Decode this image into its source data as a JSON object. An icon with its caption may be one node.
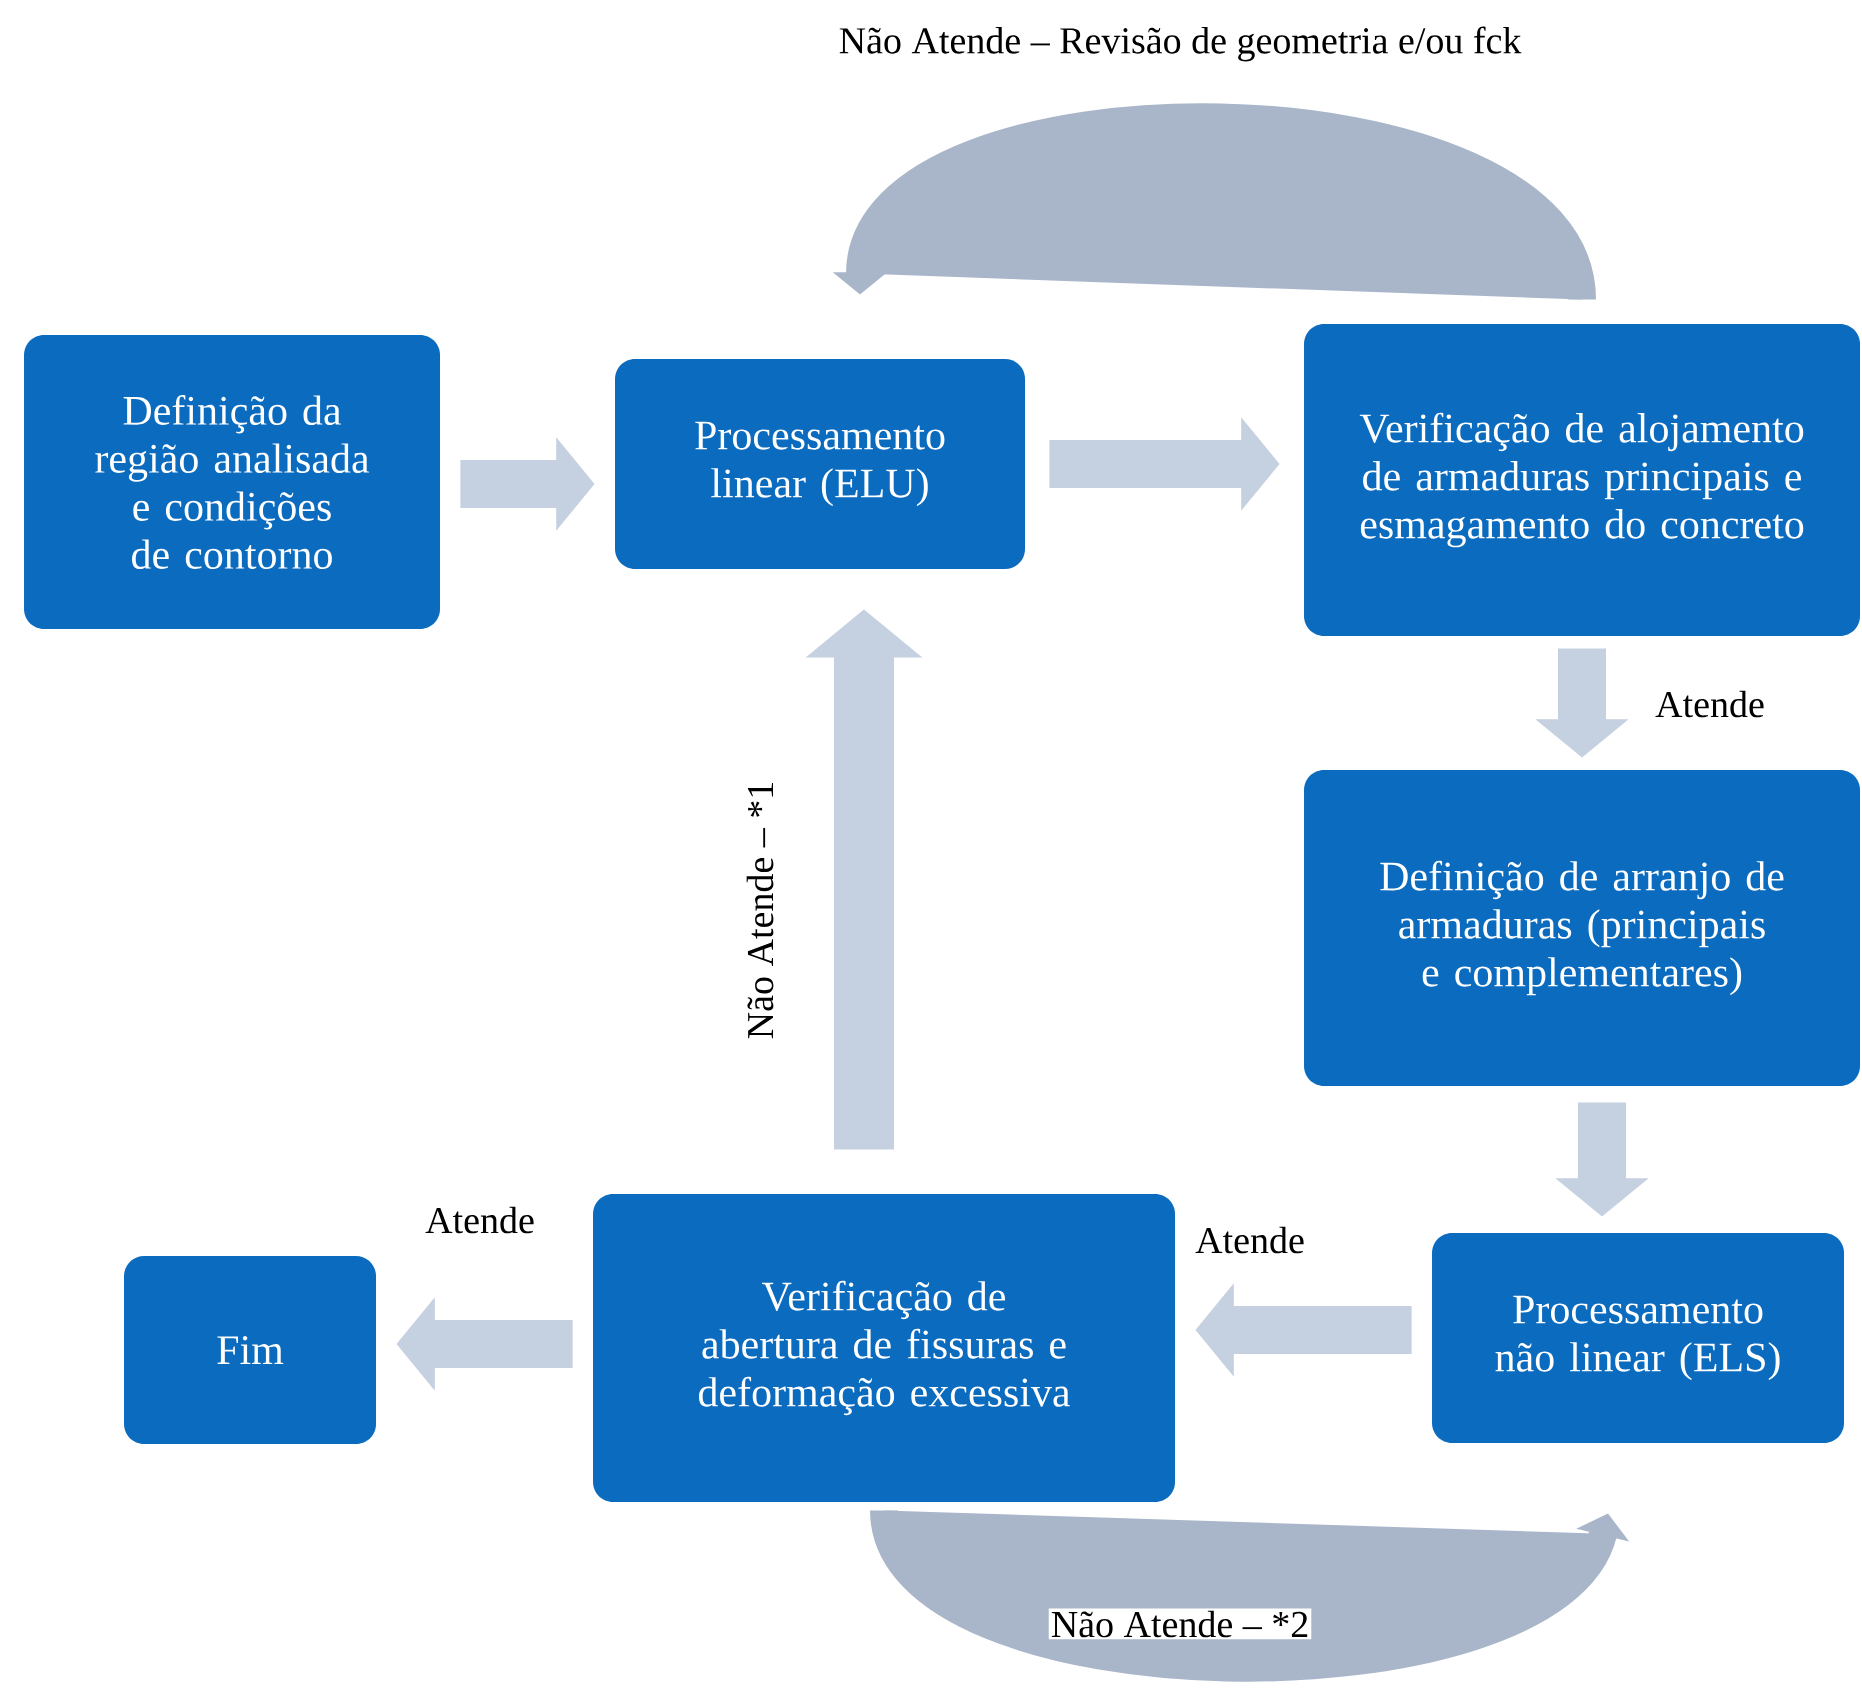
{
  "diagram": {
    "nodes": [
      {
        "text": [
          "Definição da região analisada e condições de contorno"
        ]
      },
      {
        "text": [
          "Processamento linear (ELU)"
        ]
      },
      {
        "text": [
          "Verificação de alojamento de armaduras principais e esmagamento do concreto"
        ]
      },
      {
        "text": [
          "Definição de arranjo de armaduras (principais e complementares)"
        ]
      },
      {
        "text": [
          "Processamento não linear (ELS)"
        ]
      },
      {
        "text": [
          "Verificação de abertura de fissuras e deformação excessiva"
        ]
      },
      {
        "text": [
          "Fim"
        ]
      }
    ],
    "edges": [
      {
        "from": 0,
        "to": 1,
        "arrow": "to"
      },
      {
        "from": 1,
        "to": 2,
        "arrow": "to"
      },
      {
        "from": 2,
        "to": 3,
        "arrow": "to",
        "label": "Atende"
      },
      {
        "from": 3,
        "to": 4,
        "arrow": "to"
      },
      {
        "from": 4,
        "to": 5,
        "arrow": "to",
        "label": "Atende"
      },
      {
        "from": 5,
        "to": 6,
        "arrow": "to",
        "label": "Atende"
      },
      {
        "from": 5,
        "to": 1,
        "arrow": "to",
        "label": "Não Atende – *1"
      },
      {
        "from": 2,
        "to": 1,
        "arrow": "to",
        "label": "Não Atende – Revisão de geometria e/ou fck"
      },
      {
        "from": 5,
        "to": 4,
        "arrow": "to",
        "label": "Não Atende – *2"
      }
    ]
  }
}
